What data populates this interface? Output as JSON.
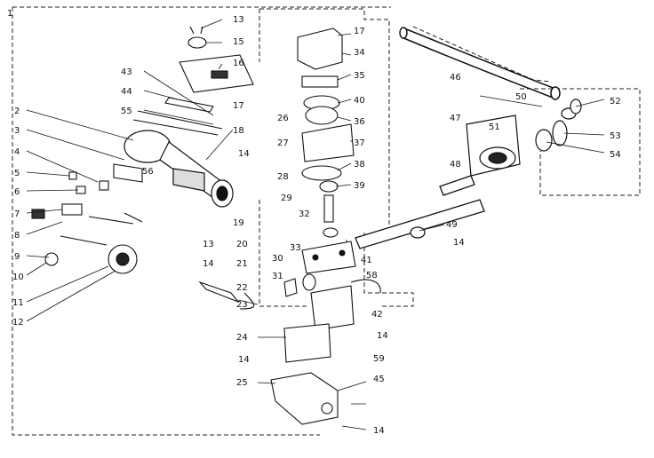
{
  "diagram": {
    "callouts": [
      "1",
      "2",
      "3",
      "4",
      "5",
      "56",
      "6",
      "7",
      "8",
      "9",
      "10",
      "11",
      "12",
      "13",
      "14",
      "15",
      "16",
      "17",
      "18",
      "19",
      "20",
      "21",
      "22",
      "23",
      "24",
      "25",
      "26",
      "27",
      "28",
      "29",
      "30",
      "31",
      "32",
      "33",
      "34",
      "35",
      "36",
      "37",
      "38",
      "39",
      "40",
      "41",
      "42",
      "43",
      "44",
      "45",
      "46",
      "47",
      "48",
      "49",
      "50",
      "51",
      "52",
      "53",
      "54",
      "55",
      "58",
      "59"
    ]
  }
}
